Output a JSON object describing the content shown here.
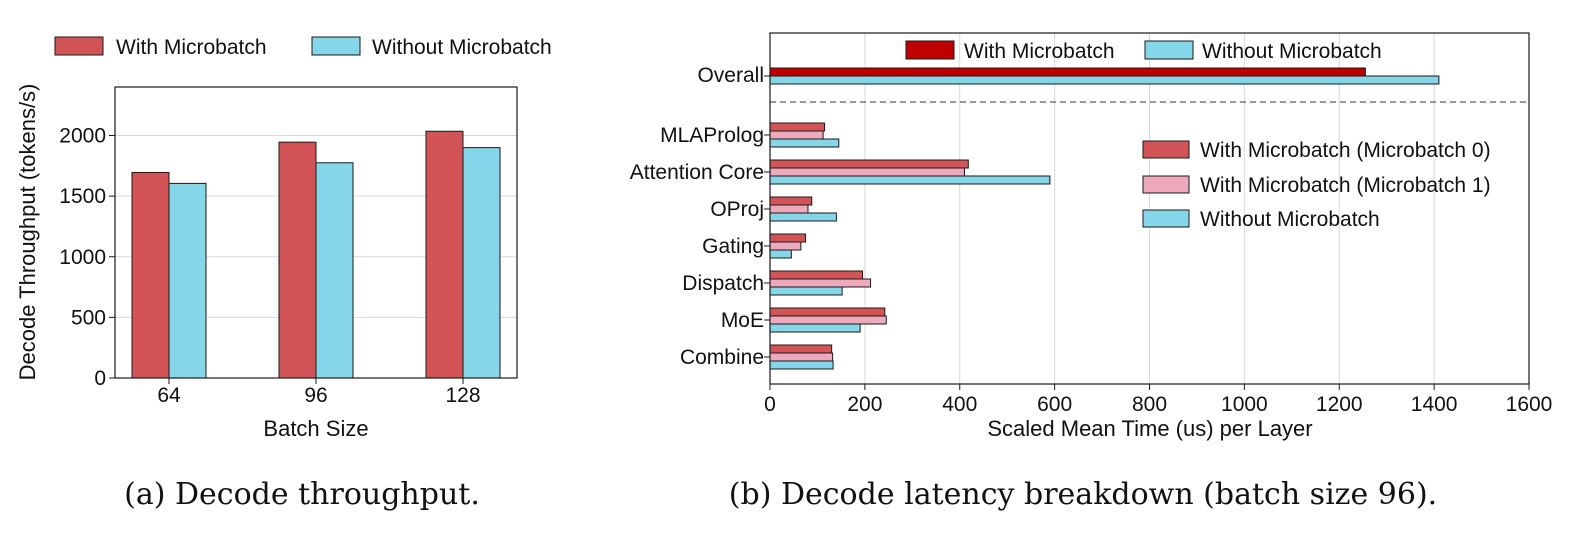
{
  "colors": {
    "with_microbatch": "#D35457",
    "without_microbatch": "#85D6E8",
    "overall_with": "#C00000",
    "microbatch1": "#EFA9BD",
    "grid": "#d9d9d9",
    "edge": "#1a1a1a"
  },
  "chart_data": [
    {
      "type": "bar",
      "orientation": "vertical",
      "categories": [
        "64",
        "96",
        "128"
      ],
      "series": [
        {
          "name": "With Microbatch",
          "values": [
            1695,
            1945,
            2035
          ],
          "color_key": "with_microbatch"
        },
        {
          "name": "Without Microbatch",
          "values": [
            1605,
            1775,
            1900
          ],
          "color_key": "without_microbatch"
        }
      ],
      "xlabel": "Batch Size",
      "ylabel": "Decode Throughput (tokens/s)",
      "ylim": [
        0,
        2400
      ],
      "yticks": [
        0,
        500,
        1000,
        1500,
        2000
      ],
      "grid": "horizontal",
      "legend_placement": "top, outside plot",
      "caption": "(a) Decode throughput."
    },
    {
      "type": "bar",
      "orientation": "horizontal",
      "overall": {
        "category": "Overall",
        "series": [
          {
            "name": "With Microbatch",
            "value": 1255,
            "color_key": "overall_with"
          },
          {
            "name": "Without Microbatch",
            "value": 1410,
            "color_key": "without_microbatch"
          }
        ]
      },
      "categories": [
        "MLAProlog",
        "Attention Core",
        "OProj",
        "Gating",
        "Dispatch",
        "MoE",
        "Combine"
      ],
      "series": [
        {
          "name": "With Microbatch (Microbatch 0)",
          "values": [
            115,
            418,
            88,
            75,
            195,
            242,
            130
          ],
          "color_key": "with_microbatch"
        },
        {
          "name": "With Microbatch (Microbatch 1)",
          "values": [
            112,
            410,
            80,
            65,
            212,
            245,
            132
          ],
          "color_key": "microbatch1"
        },
        {
          "name": "Without Microbatch",
          "values": [
            145,
            590,
            140,
            45,
            152,
            190,
            133
          ],
          "color_key": "without_microbatch"
        }
      ],
      "xlabel": "Scaled Mean Time (us) per Layer",
      "xlim": [
        0,
        1600
      ],
      "xticks": [
        0,
        200,
        400,
        600,
        800,
        1000,
        1200,
        1400,
        1600
      ],
      "grid": "vertical",
      "legend_placement": "top (overall) and right (breakdown), inside plot",
      "caption": "(b) Decode latency breakdown (batch size 96)."
    }
  ]
}
